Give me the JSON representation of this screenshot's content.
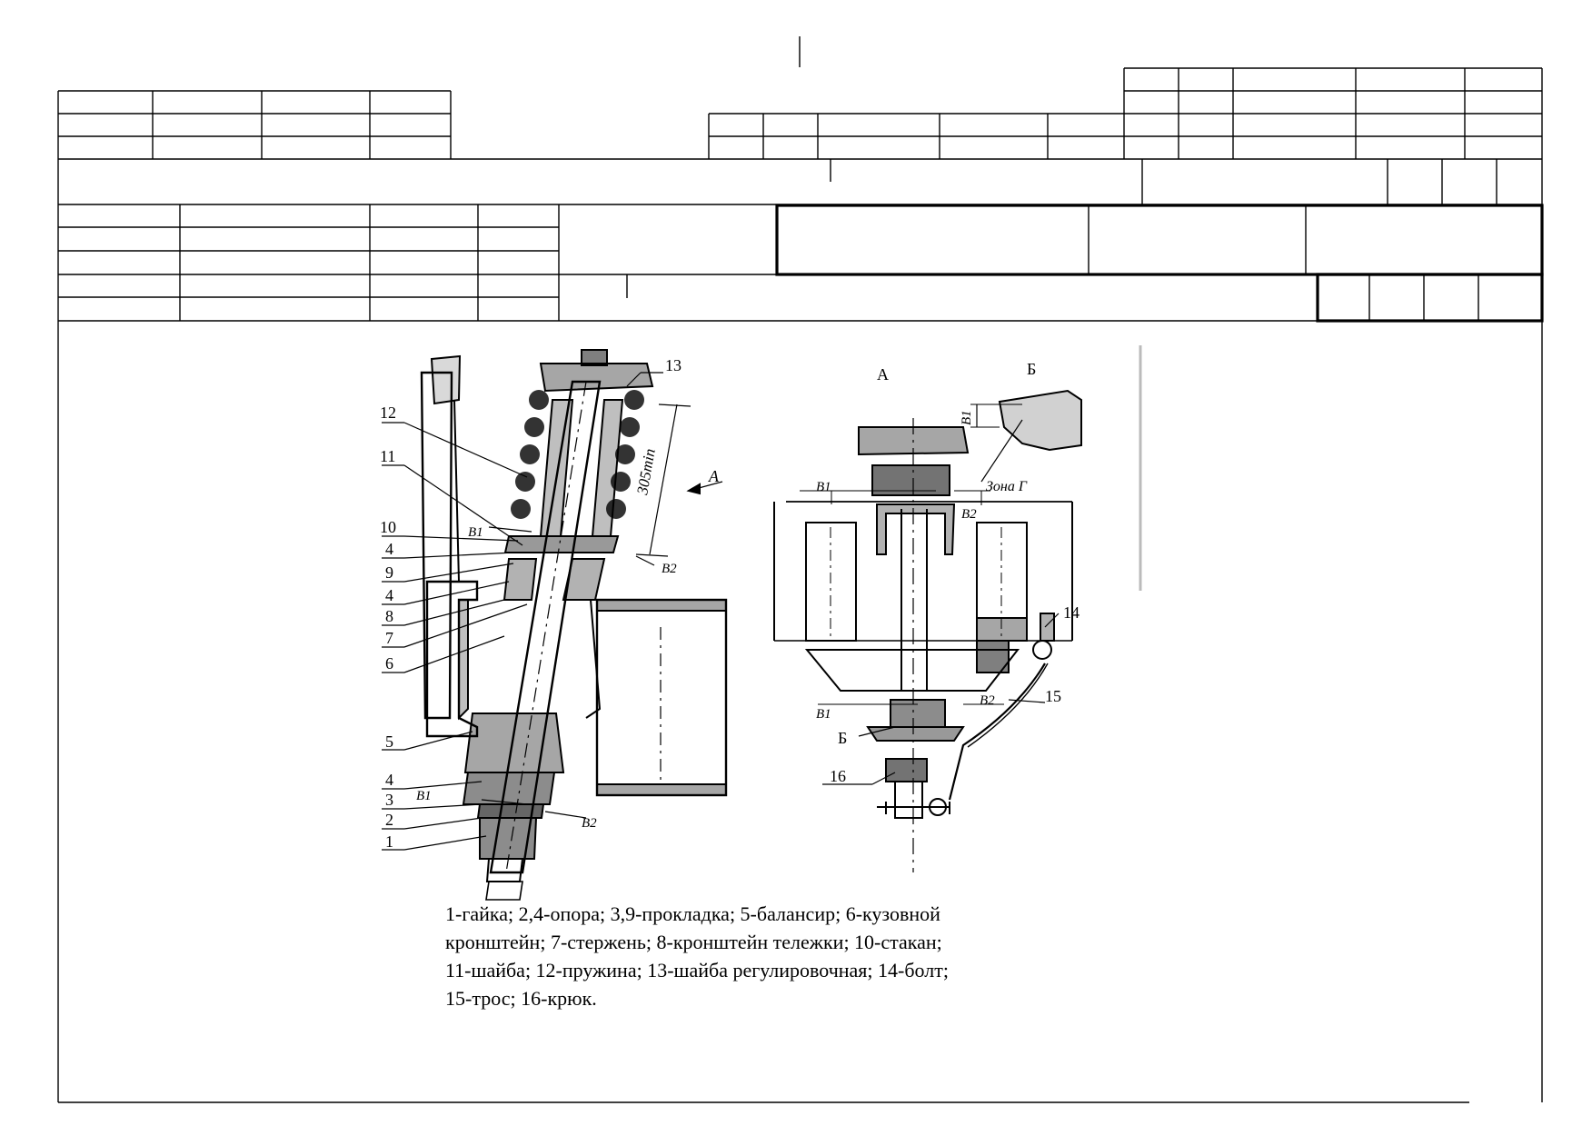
{
  "drawing": {
    "left_view_callouts": [
      "13",
      "12",
      "11",
      "10",
      "4",
      "9",
      "4",
      "8",
      "7",
      "6",
      "5",
      "4",
      "3",
      "2",
      "1"
    ],
    "left_view_labels": {
      "arrow": "A",
      "gap1": "B1",
      "gap2": "B2",
      "gap3": "B1",
      "gap4": "B2",
      "dim": "305min"
    },
    "right_view_labels": {
      "view_a": "А",
      "view_b": "Б",
      "zone": "Зона Г",
      "b1_top": "B1",
      "b2_top": "B2",
      "b1_bottom": "B1",
      "b2_bottom": "B2",
      "b_mark": "Б",
      "b1_detail": "B1"
    },
    "right_view_callouts": [
      "14",
      "15",
      "16"
    ]
  },
  "caption": {
    "line1": "1-гайка; 2,4-опора; 3,9-прокладка; 5-балансир; 6-кузовной",
    "line2": "кронштейн; 7-стержень; 8-кронштейн тележки; 10-стакан;",
    "line3": "11-шайба; 12-пружина; 13-шайба регулировочная; 14-болт;",
    "line4": "15-трос; 16-крюк."
  }
}
